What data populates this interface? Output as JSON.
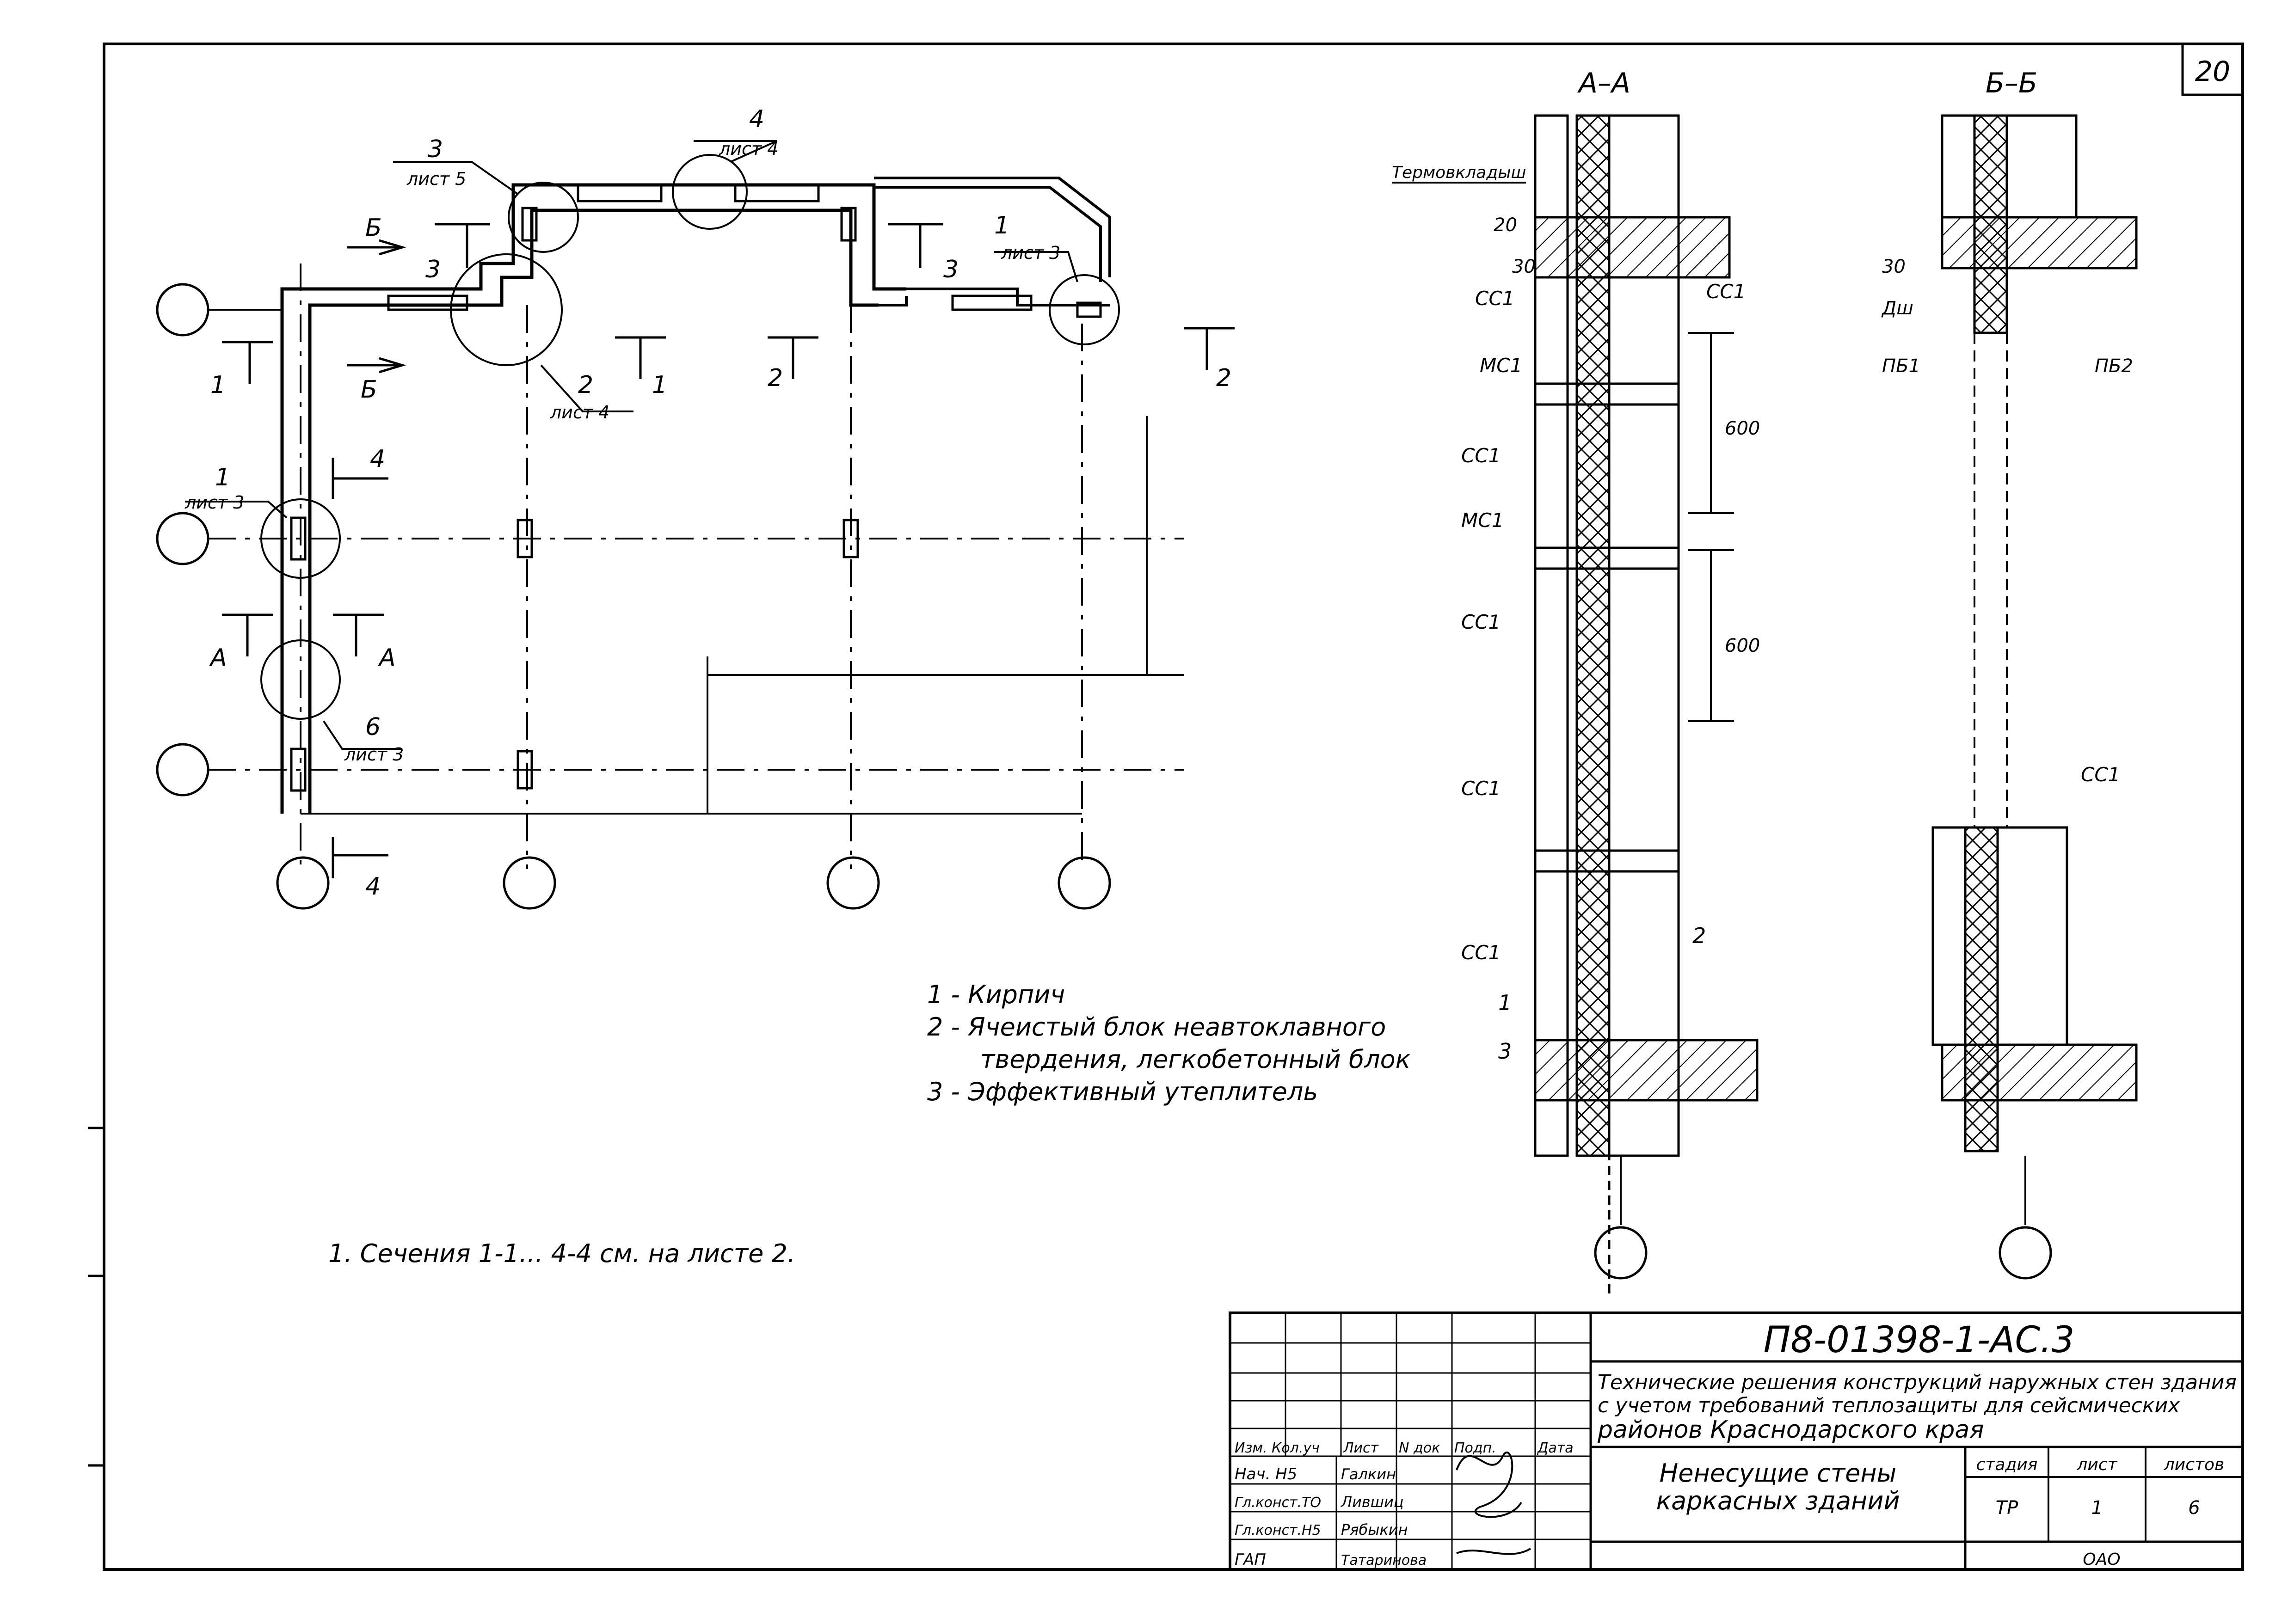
{
  "sheet_number": "20",
  "sections": {
    "aa": "А–А",
    "bb": "Б–Б"
  },
  "plan_marks": {
    "s_b": "Б",
    "s_a": "А",
    "s_1": "1",
    "s_2": "2",
    "s_3": "3",
    "s_4": "4",
    "sheet3": "лист 3",
    "sheet4": "лист 4",
    "sheet5": "лист 5",
    "n6": "6"
  },
  "aa_labels": {
    "thermal_inserts": "Термовкладыш",
    "dim_20": "20",
    "dim_30": "30",
    "dim_600": "600",
    "ss1": "СС1",
    "ms1": "МС1",
    "n1": "1",
    "n2": "2",
    "n3": "3"
  },
  "bb_labels": {
    "dsh": "Дш",
    "pb1": "ПБ1",
    "pb2": "ПБ2",
    "ss1": "СС1",
    "dim_30": "30"
  },
  "legend": [
    "1 - Кирпич",
    "2 - Ячеистый блок неавтоклавного",
    "твердения, легкобетонный блок",
    "3 - Эффективный утеплитель"
  ],
  "note": "1. Сечения 1-1... 4-4 см. на листе 2.",
  "title_block": {
    "doc_code": "П8-01398-1-АС.3",
    "project_title": [
      "Технические решения конструкций наружных стен здания",
      "с учетом требований теплозащиты для сейсмических",
      "районов Краснодарского края"
    ],
    "sheet_title": [
      "Ненесущие стены",
      "каркасных зданий"
    ],
    "headers": [
      "Изм.",
      "Кол.уч",
      "Лист",
      "N док",
      "Подп.",
      "Дата"
    ],
    "roles": [
      "Нач. Н5",
      "Гл.конст.ТО",
      "Гл.конст.Н5",
      "ГАП"
    ],
    "names": [
      "Галкин",
      "Лившиц",
      "Рябыкин",
      "Татаринова"
    ],
    "stage_label": "стадия",
    "sheet_label": "лист",
    "sheets_label": "листов",
    "stage": "ТР",
    "sheet": "1",
    "sheets": "6",
    "org": "ОАО"
  }
}
